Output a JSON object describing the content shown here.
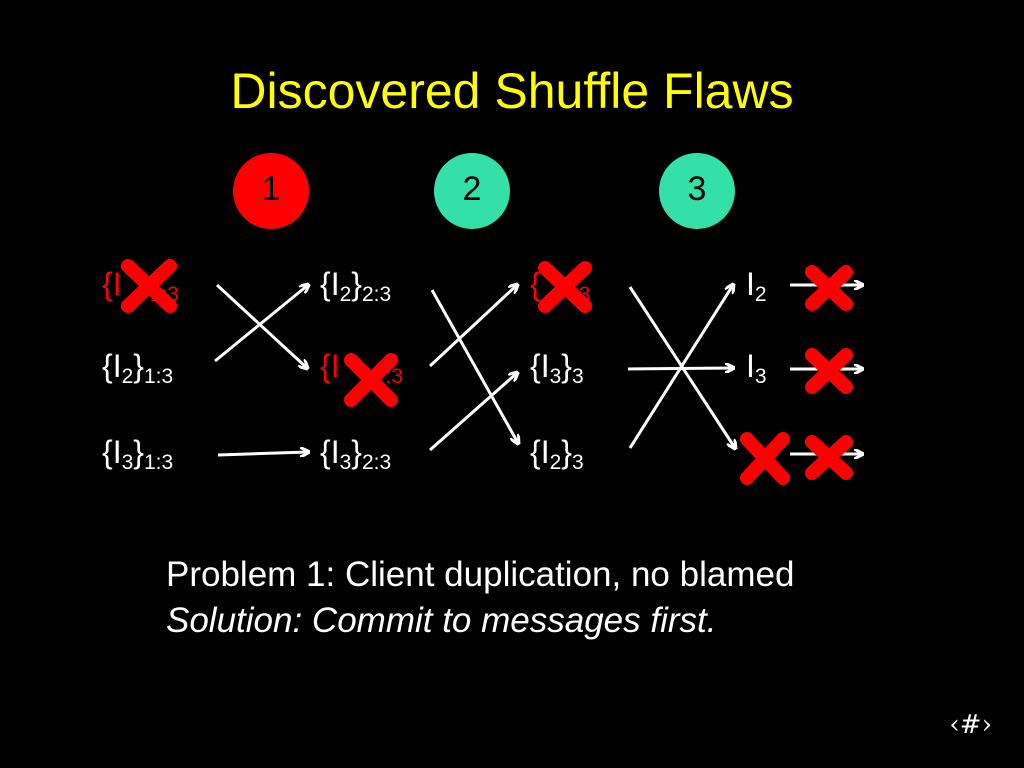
{
  "title": "Discovered Shuffle Flaws",
  "steps": [
    "1",
    "2",
    "3"
  ],
  "col1": {
    "row1": {
      "open": "{I",
      "sub": "1:3",
      "color": "#ff0000"
    },
    "row2": {
      "open": "{I",
      "idx": "2",
      "close": "}",
      "sub": "1:3"
    },
    "row3": {
      "open": "{I",
      "idx": "3",
      "close": "}",
      "sub": "1:3"
    }
  },
  "col2": {
    "row1": {
      "open": "{I",
      "idx": "2",
      "close": "}",
      "sub": "2:3"
    },
    "row2": {
      "open": "{I",
      "sub": ":3",
      "color": "#ff0000"
    },
    "row3": {
      "open": "{I",
      "idx": "3",
      "close": "}",
      "sub": "2:3"
    }
  },
  "col3": {
    "row1": {
      "open": "{",
      "sub": "3",
      "color": "#ff0000"
    },
    "row2": {
      "open": "{I",
      "idx": "3",
      "close": "}",
      "sub": "3"
    },
    "row3": {
      "open": "{I",
      "idx": "2",
      "close": "}",
      "sub": "3"
    }
  },
  "outputs": {
    "row1": {
      "name": "I",
      "sub": "2"
    },
    "row2": {
      "name": "I",
      "sub": "3"
    }
  },
  "problem": "Problem 1: Client duplication, no blamed",
  "solution": "Solution: Commit to messages first.",
  "slide_number": "‹#›",
  "colors": {
    "title": "#ffff00",
    "blame_mark": "#ff0000",
    "step_active": "#ff0000",
    "step_inactive": "#33e0a8"
  }
}
